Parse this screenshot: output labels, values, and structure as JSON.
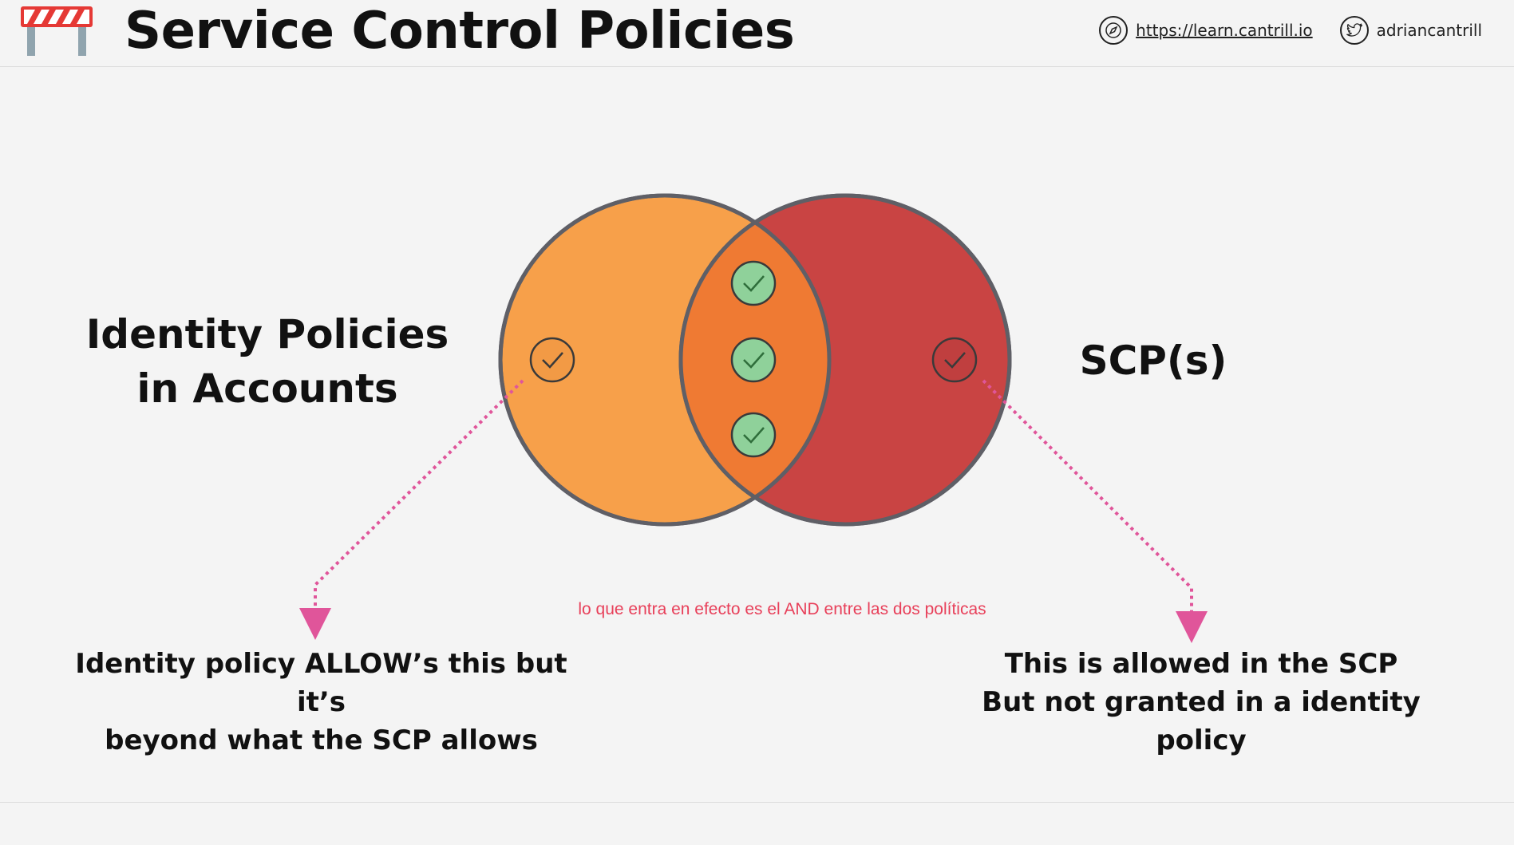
{
  "header": {
    "title": "Service Control Policies",
    "website": "https://learn.cantrill.io",
    "twitter_handle": "adriancantrill",
    "website_icon": "compass-icon",
    "twitter_icon": "twitter-bird-icon",
    "logo_icon": "road-barrier-icon"
  },
  "diagram": {
    "left_set_label": [
      "Identity Policies",
      "in Accounts"
    ],
    "right_set_label": "SCP(s)",
    "left_caption": [
      "Identity policy ALLOW’s this but it’s",
      "beyond what the SCP allows"
    ],
    "right_caption": [
      "This is allowed in the SCP",
      "But not granted in a identity policy"
    ],
    "annotation": "lo que entra en efecto es el AND entre las dos políticas",
    "colors": {
      "left_circle": "#f7a04a",
      "right_circle": "#c94443",
      "overlap": "#ef7a33",
      "check_overlap": "#8fd19a",
      "arrow": "#e0559a",
      "annotation": "#e8405a"
    }
  }
}
